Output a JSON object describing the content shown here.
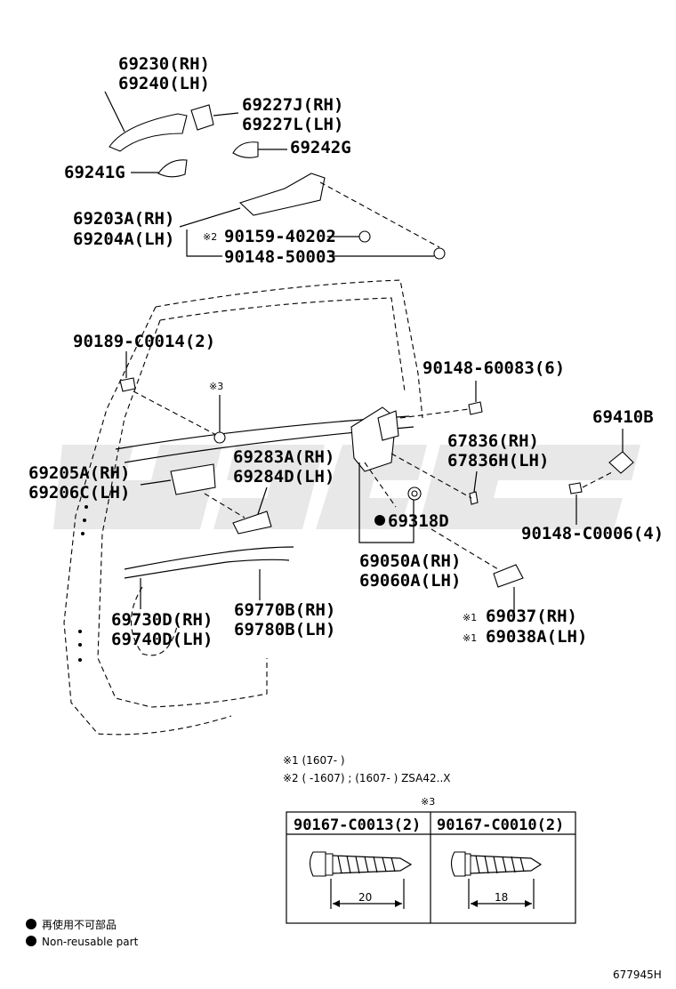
{
  "labels": {
    "p69230": "69230(RH)",
    "p69240": "69240(LH)",
    "p69227j": "69227J(RH)",
    "p69227l": "69227L(LH)",
    "p69242g": "69242G",
    "p69241g": "69241G",
    "p69203a": "69203A(RH)",
    "p69204a": "69204A(LH)",
    "p90159": "90159-40202",
    "p90159_mark": "※2",
    "p90148_50003": "90148-50003",
    "p90189": "90189-C0014(2)",
    "p90148_60083": "90148-60083(6)",
    "p69410b": "69410B",
    "mark3": "※3",
    "p67836rh": "67836(RH)",
    "p67836lh": "67836H(LH)",
    "p69205a": "69205A(RH)",
    "p69206c": "69206C(LH)",
    "p69283a": "69283A(RH)",
    "p69284d": "69284D(LH)",
    "p69318d": "69318D",
    "p90148_c0006": "90148-C0006(4)",
    "p69050a": "69050A(RH)",
    "p69060a": "69060A(LH)",
    "p69037": "69037(RH)",
    "p69038a": "69038A(LH)",
    "mark1": "※1",
    "p69730d": "69730D(RH)",
    "p69740d": "69740D(LH)",
    "p69770b": "69770B(RH)",
    "p69780b": "69780B(LH)"
  },
  "footnotes": {
    "note1": "※1 (1607-      )",
    "note2": "※2 (        -1607) ; (1607-        ) ZSA42..X"
  },
  "screw_table": {
    "mark": "※3",
    "col1_header": "90167-C0013(2)",
    "col2_header": "90167-C0010(2)",
    "col1_length": "20",
    "col2_length": "18"
  },
  "legend": {
    "line1": "再使用不可部品",
    "line2": "Non-reusable part"
  },
  "doc_id": "677945H"
}
